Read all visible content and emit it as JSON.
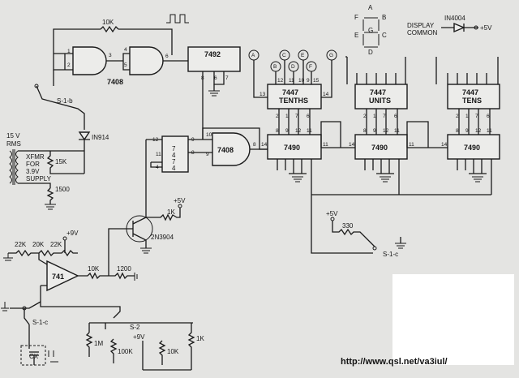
{
  "labels": {
    "r_10k_fb": "10K",
    "ic_7408_top": "7408",
    "ic_7492": "7492",
    "sw_s1b": "S-1-b",
    "diode_1n914": "IN914",
    "src_15v": "15 V",
    "src_rms": "RMS",
    "xfmr_l1": "XFMR",
    "xfmr_l2": "FOR",
    "xfmr_l3": "3.9V",
    "xfmr_l4": "SUPPLY",
    "r_15k": "15K",
    "r_1500": "1500",
    "ic_7474_a": "7",
    "ic_7474_b": "4",
    "ic_7474_c": "7",
    "ic_7474_d": "4",
    "ic_7408_mid": "7408",
    "v_5_q": "+5V",
    "r_1k_q": "1K",
    "q_2n3904": "2N3904",
    "v_9_op": "+9V",
    "r_22k_a": "22K",
    "r_20k": "20K",
    "r_22k_b": "22K",
    "op_741": "741",
    "r_10k_op": "10K",
    "r_1200": "1200",
    "sw_s1c_left": "S-1-c",
    "cap_cx": "CX",
    "sw_s2": "S-2",
    "v_9_s2": "+9V",
    "r_1m": "1M",
    "r_100k": "100K",
    "r_10k_s2": "10K",
    "r_1k_s2": "1K",
    "seg_a": "A",
    "seg_b": "B",
    "seg_c": "C",
    "seg_d": "D",
    "seg_e": "E",
    "seg_f": "F",
    "seg_g": "G",
    "disp_label_1": "DISPLAY",
    "disp_label_2": "COMMON",
    "diode_1n4004": "IN4004",
    "v_5_disp": "+5V",
    "dec_tenths_1": "7447",
    "dec_tenths_2": "TENTHS",
    "dec_units_1": "7447",
    "dec_units_2": "UNITS",
    "dec_tens_1": "7447",
    "dec_tens_2": "TENS",
    "cnt_1": "7490",
    "cnt_2": "7490",
    "cnt_3": "7490",
    "v_5_s1c": "+5V",
    "r_330": "330",
    "sw_s1c_right": "S-1-c",
    "url": "http://www.qsl.net/va3iul/"
  }
}
